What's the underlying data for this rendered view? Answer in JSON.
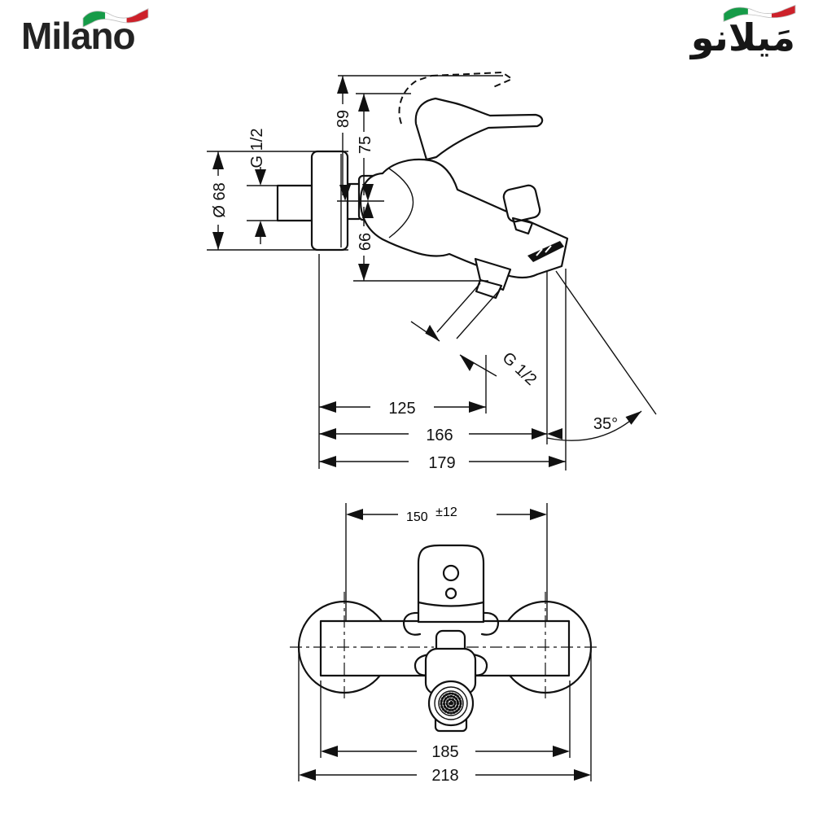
{
  "brand": {
    "name_latin": "Milano",
    "name_arabic": "مَيلانو",
    "flag": {
      "green": "#169b48",
      "white": "#ffffff",
      "red": "#cd212a"
    }
  },
  "side_view": {
    "labels": {
      "height_overall": "89",
      "height_to_handle": "75",
      "height_below_axis": "66",
      "escutcheon_diameter": "Ø 68",
      "wall_thread": "G 1/2",
      "hose_thread": "G 1/2",
      "projection_hose_outlet": "125",
      "projection_spout": "166",
      "projection_overall": "179",
      "spout_angle": "35°"
    }
  },
  "top_view": {
    "labels": {
      "center_distance": "150",
      "center_distance_tolerance": "±12",
      "body_width": "185",
      "overall_width": "218"
    }
  }
}
